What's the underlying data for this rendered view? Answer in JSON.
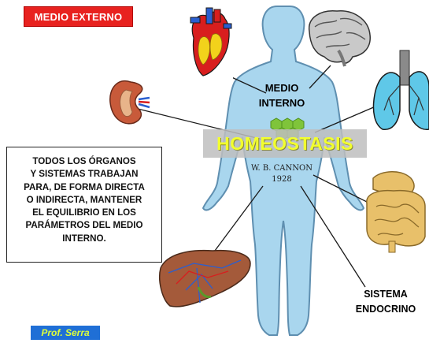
{
  "labels": {
    "medio_externo": "MEDIO EXTERNO",
    "medio_interno_1": "MEDIO",
    "medio_interno_2": "INTERNO",
    "homeostasis": "HOMEOSTASIS",
    "cannon_name": "W. B. CANNON",
    "cannon_year": "1928",
    "todos_lines": [
      "TODOS LOS ÓRGANOS",
      "Y SISTEMAS TRABAJAN",
      "PARA, DE FORMA DIRECTA",
      "O INDIRECTA,  MANTENER",
      "EL EQUILIBRIO EN LOS",
      "PARÁMETROS DEL MEDIO",
      "INTERNO."
    ],
    "sistema_1": "SISTEMA",
    "sistema_2": "ENDOCRINO",
    "prof": "Prof. Serra"
  },
  "colors": {
    "body": "#a9d6ee",
    "body_outline": "#5f8fb0",
    "label_red": "#e8221f",
    "homeostasis_text": "#f2ff2e",
    "prof_bg": "#1f6fd6"
  },
  "icons": [
    "heart-icon",
    "brain-icon",
    "lungs-icon",
    "kidney-icon",
    "intestine-icon",
    "liver-icon",
    "cell-cluster-icon"
  ]
}
